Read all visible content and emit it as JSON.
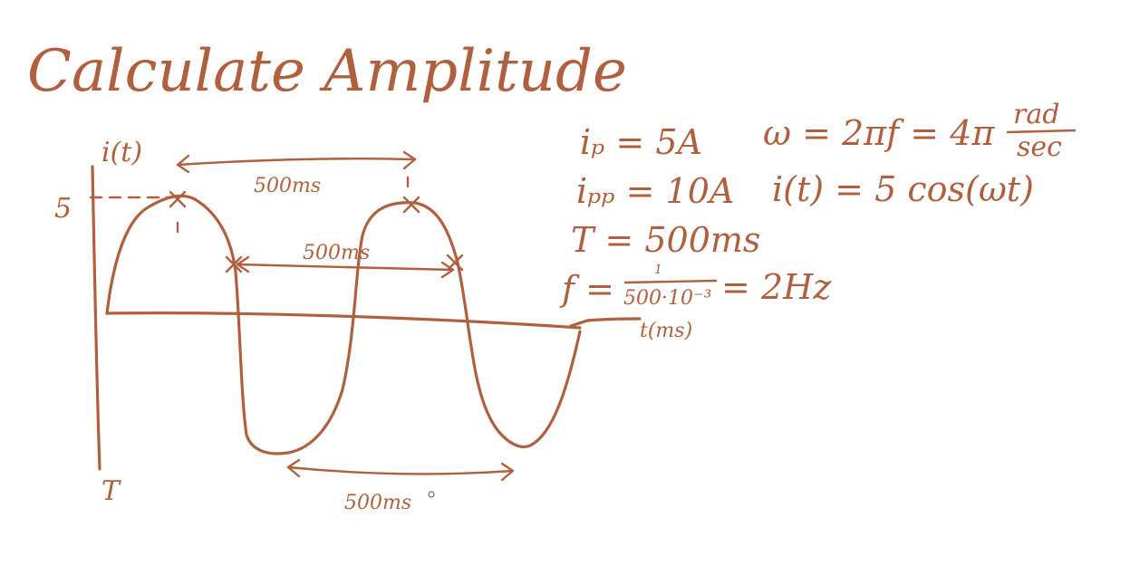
{
  "title": "Calculate Amplitude",
  "axis": {
    "y_label": "i(t)",
    "x_label": "T",
    "peak_tick": "5",
    "time_label": "t(ms)"
  },
  "intervals": {
    "peak_to_peak": "500ms",
    "crossing_to_crossing": "500ms",
    "trough_to_trough": "500ms"
  },
  "equations": {
    "ip": "iₚ = 5A",
    "ipp": "iₚₚ = 10A",
    "period": "T = 500ms",
    "frequency_lhs": "f =",
    "frequency_num": "1",
    "frequency_den": "500·10⁻³",
    "frequency_rhs": "= 2Hz",
    "omega_lhs": "ω = 2πf = 4π",
    "omega_unit_num": "rad",
    "omega_unit_den": "sec",
    "it": "i(t) = 5 cos(ωt)"
  }
}
